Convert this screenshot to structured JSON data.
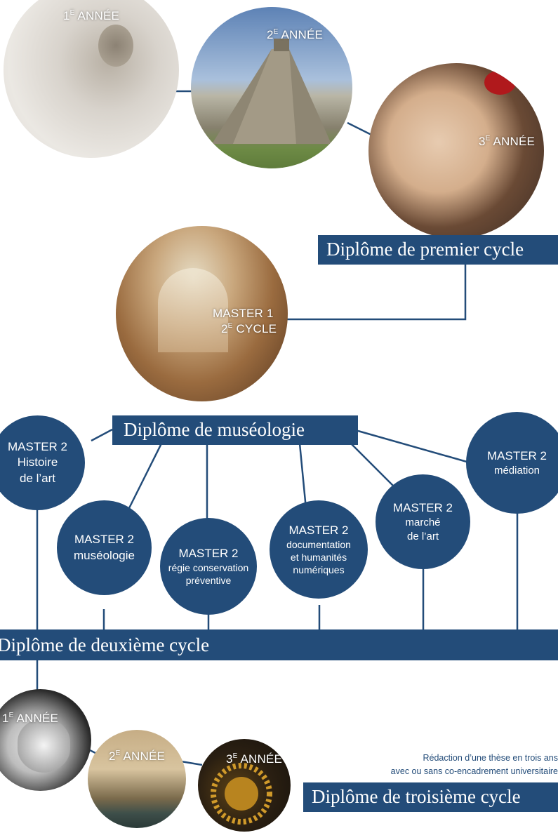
{
  "colors": {
    "accent": "#234c79",
    "text_on_accent": "#ffffff"
  },
  "cycle1": {
    "years": [
      {
        "label_num": "1",
        "label_sup": "E",
        "label_word": " ANNÉE"
      },
      {
        "label_num": "2",
        "label_sup": "E",
        "label_word": " ANNÉE"
      },
      {
        "label_num": "3",
        "label_sup": "E",
        "label_word": " ANNÉE"
      }
    ],
    "diploma": "Diplôme de premier cycle"
  },
  "master1": {
    "line1": "MASTER 1",
    "line2_num": "2",
    "line2_sup": "E",
    "line2_word": " CYCLE"
  },
  "museology_diploma": "Diplôme de muséologie",
  "master2": [
    {
      "title": "MASTER 2",
      "lines": [
        "Histoire",
        "de l’art"
      ]
    },
    {
      "title": "MASTER 2",
      "lines": [
        "muséologie"
      ]
    },
    {
      "title": "MASTER 2",
      "lines": [
        "régie conservation",
        "préventive"
      ]
    },
    {
      "title": "MASTER 2",
      "lines": [
        "documentation",
        "et humanités",
        "numériques"
      ]
    },
    {
      "title": "MASTER 2",
      "lines": [
        "marché",
        "de l’art"
      ]
    },
    {
      "title": "MASTER 2",
      "lines": [
        "médiation"
      ]
    }
  ],
  "cycle2_diploma": "Diplôme de deuxième cycle",
  "cycle3": {
    "years": [
      {
        "label_num": "1",
        "label_sup": "E",
        "label_word": " ANNÉE"
      },
      {
        "label_num": "2",
        "label_sup": "E",
        "label_word": " ANNÉE"
      },
      {
        "label_num": "3",
        "label_sup": "E",
        "label_word": " ANNÉE"
      }
    ],
    "note_line1": "Rédaction d’une thèse en trois ans",
    "note_line2": "avec ou sans co-encadrement universitaire",
    "diploma": "Diplôme de troisième cycle"
  }
}
